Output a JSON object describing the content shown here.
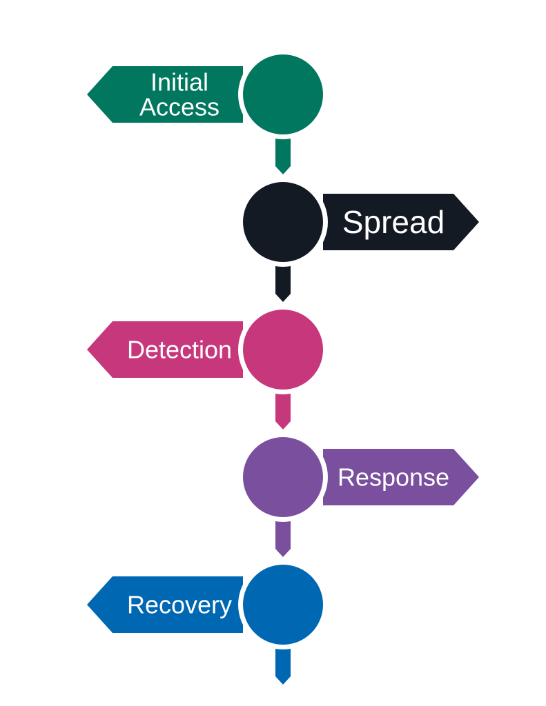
{
  "stages": [
    {
      "label_lines": [
        "Initial",
        "Access"
      ],
      "color": "#00775e"
    },
    {
      "label_lines": [
        "Spread"
      ],
      "color": "#131a23"
    },
    {
      "label_lines": [
        "Detection"
      ],
      "color": "#c7377b"
    },
    {
      "label_lines": [
        "Response"
      ],
      "color": "#7a4f9e"
    },
    {
      "label_lines": [
        "Recovery"
      ],
      "color": "#0067b2"
    }
  ]
}
